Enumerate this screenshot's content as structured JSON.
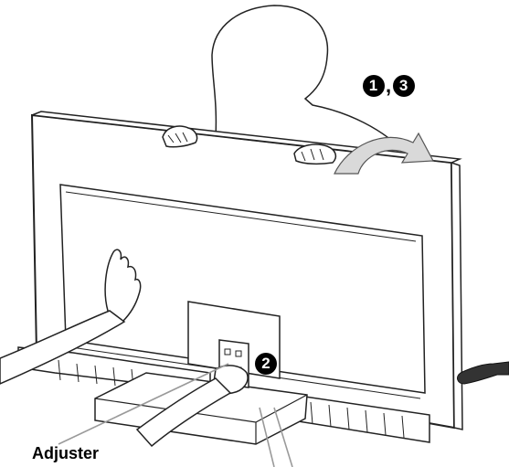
{
  "callouts": {
    "step_1": "1",
    "separator": ",",
    "step_3": "3",
    "step_2": "2",
    "adjuster": "Adjuster"
  },
  "colors": {
    "outline": "#222222",
    "frame_fill": "#ffffff",
    "arrow_fill": "#d9d9d9",
    "leader_gray": "#9a9a9a",
    "callout_disc": "#000000"
  },
  "icons": {
    "person": "person-silhouette-icon",
    "rotate_arrow": "curved-arrow-icon",
    "insert_arrow": "insert-arrow-icon"
  }
}
